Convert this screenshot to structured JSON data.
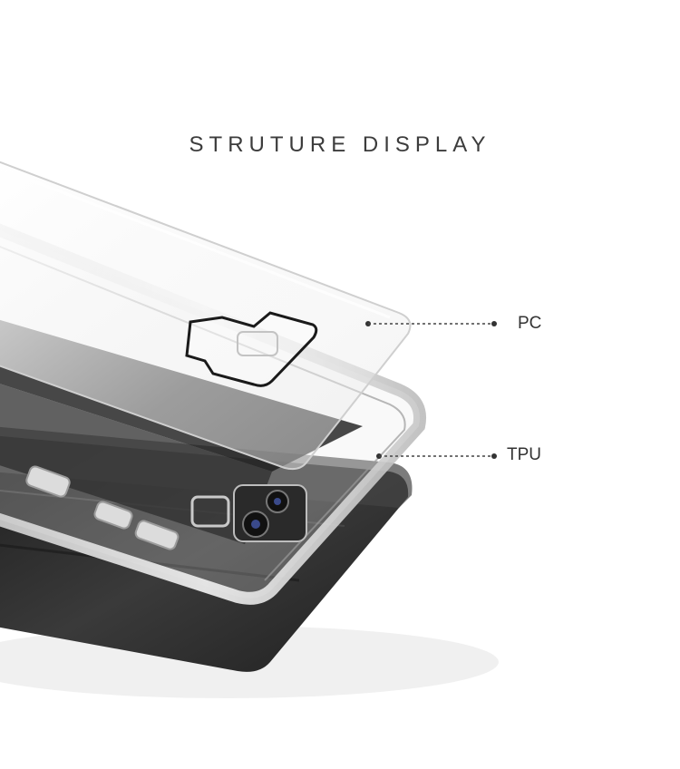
{
  "header": {
    "title": "STRUTURE DISPLAY"
  },
  "callouts": [
    {
      "label": "PC"
    },
    {
      "label": "TPU"
    }
  ],
  "colors": {
    "title": "#3c3c3c",
    "label": "#333333",
    "phone_body": "#2b2b2b",
    "background": "#ffffff"
  }
}
